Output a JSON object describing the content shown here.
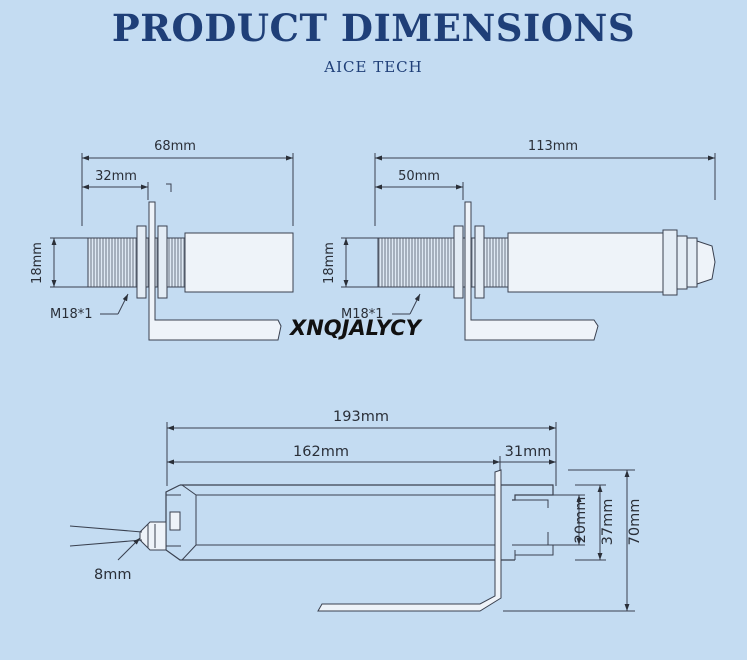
{
  "header": {
    "title": "PRODUCT DIMENSIONS",
    "subtitle": "AICE TECH"
  },
  "watermark": "XNQJALYCY",
  "colors": {
    "background": "#c4dcf2",
    "title": "#1f3f78",
    "line": "#3a4150",
    "text": "#2a2f38"
  },
  "sensor_short": {
    "overall_length": "68mm",
    "thread_length": "32mm",
    "diameter": "18mm",
    "thread_spec": "M18*1"
  },
  "sensor_long": {
    "overall_length": "113mm",
    "thread_length": "50mm",
    "diameter": "18mm",
    "thread_spec": "M18*1"
  },
  "top_view": {
    "total_length": "193mm",
    "body_length": "162mm",
    "end_length": "31mm",
    "width_inner": "20mm",
    "width_mid": "37mm",
    "width_outer": "70mm",
    "cable_diameter": "8mm"
  }
}
